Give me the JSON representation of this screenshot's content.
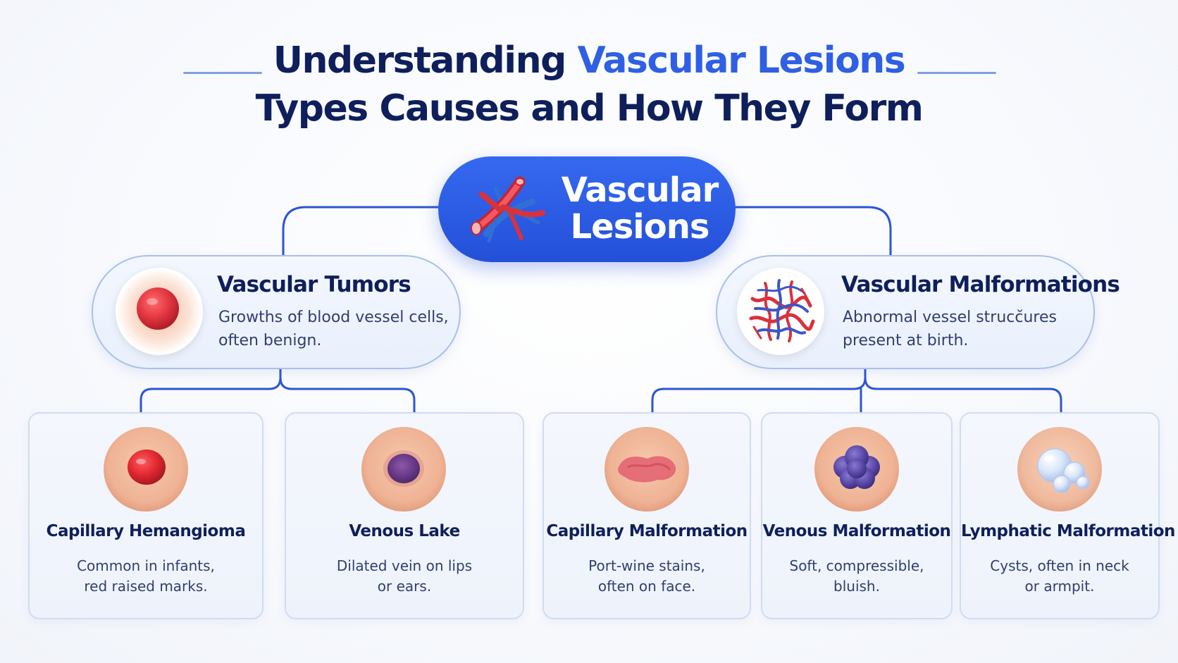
{
  "title": {
    "line1_prefix": "Understanding ",
    "line1_accent": "Vascular Lesions",
    "line2": "Types Causes and How They Form"
  },
  "root": {
    "label_line1": "Vascular",
    "label_line2": "Lesions",
    "icon": "blood-vessels-icon"
  },
  "categories": [
    {
      "title": "Vascular Tumors",
      "desc_line1": "Growths of blood vessel cells,",
      "desc_line2": "often benign."
    },
    {
      "title": "Vascular Malformations",
      "desc_line1": "Abnormal vessel strucc̆ures",
      "desc_line2": "present at birth."
    }
  ],
  "leaves": [
    {
      "name": "Capillary Hemangioma",
      "desc_line1": "Common in infants,",
      "desc_line2": "red raised marks."
    },
    {
      "name": "Venous Lake",
      "desc_line1": "Dilated vein on lips",
      "desc_line2": "or ears."
    },
    {
      "name": "Capillary Malformation",
      "desc_line1": "Port-wine stains,",
      "desc_line2": "often on face."
    },
    {
      "name": "Venous Malformation",
      "desc_line1": "Soft, compressible,",
      "desc_line2": "bluish."
    },
    {
      "name": "Lymphatic Malformation",
      "desc_line1": "Cysts, often in neck",
      "desc_line2": "or armpit."
    }
  ],
  "colors": {
    "title_dark": "#0f1f5c",
    "accent_blue": "#2f5fe3",
    "root_blue": "#2a58e0",
    "connector": "#2c55d6",
    "lesion_red": "#e0343f",
    "lesion_purple": "#6a3a8a"
  }
}
